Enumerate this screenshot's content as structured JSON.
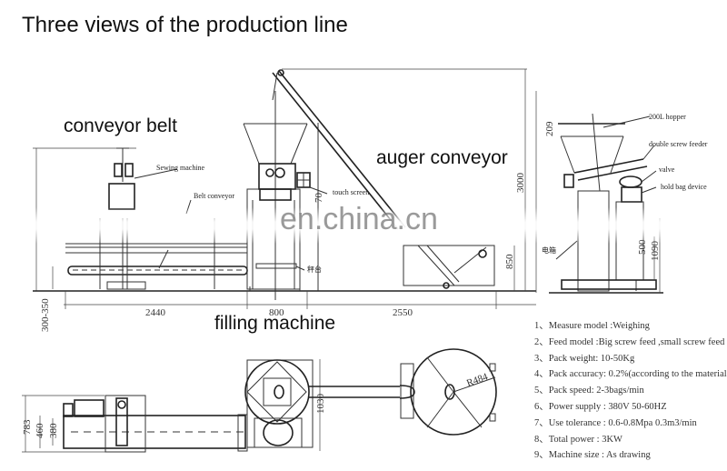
{
  "title": "Three views of the production line",
  "section_labels": {
    "conveyor_belt": "conveyor belt",
    "auger_conveyor": "auger conveyor",
    "filling_machine": "filling machine"
  },
  "part_labels": {
    "sewing_machine": "Sewing machine",
    "belt_conveyor": "Belt conveyor",
    "touch_screen": "touch screen",
    "hopper": "200L hopper",
    "double_screw_feeder": "double screw feeder",
    "valve": "valve",
    "hold_bag_device": "hold bag device",
    "cabinet_cn": "电箱",
    "weigher_cn": "秤台"
  },
  "dimensions": {
    "conveyor_length": "2440",
    "filler_width": "800",
    "auger_length": "2550",
    "conveyor_height": "300-350",
    "auger_height": "3000",
    "auger_frame_height": "850",
    "filler_dim": "70",
    "hopper_height": "209",
    "bag_height_a": "500",
    "bag_height_b": "1090",
    "plan_width_total": "783",
    "plan_width_a": "460",
    "plan_width_b": "380",
    "plan_filler": "1030",
    "tank_radius": "R484"
  },
  "specs": [
    "1、Measure model :Weighing",
    "2、Feed model :Big screw feed ,small screw feed",
    "3、Pack weight: 10-50Kg",
    "4、Pack accuracy: 0.2%(according to the material",
    "5、Pack speed: 2-3bags/min",
    "6、Power supply : 380V  50-60HZ",
    "7、Use tolerance : 0.6-0.8Mpa  0.3m3/min",
    "8、Total power : 3KW",
    "9、Machine size : As drawing"
  ],
  "watermark": "en.china.cn"
}
